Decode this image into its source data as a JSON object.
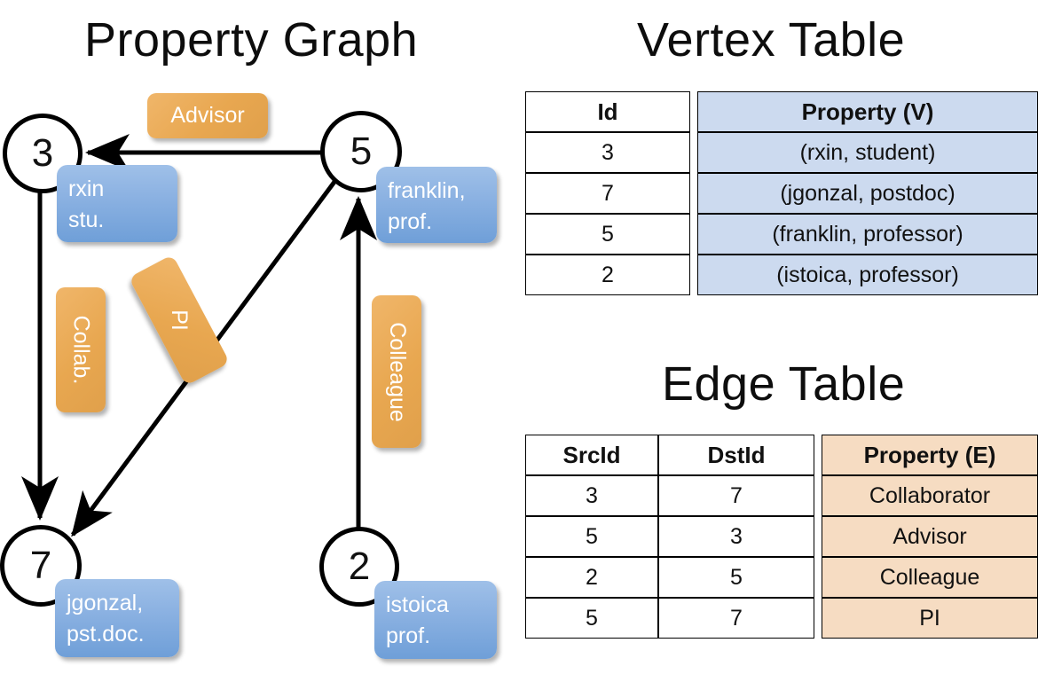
{
  "titles": {
    "graph": "Property Graph",
    "vertex_table": "Vertex Table",
    "edge_table": "Edge Table"
  },
  "graph": {
    "nodes": [
      {
        "id": "3",
        "property_lines": [
          "rxin",
          "stu."
        ]
      },
      {
        "id": "5",
        "property_lines": [
          "franklin,",
          "prof."
        ]
      },
      {
        "id": "7",
        "property_lines": [
          "jgonzal,",
          "pst.doc."
        ]
      },
      {
        "id": "2",
        "property_lines": [
          "istoica",
          "prof."
        ]
      }
    ],
    "edge_labels": [
      {
        "label": "Advisor",
        "from": "5",
        "to": "3"
      },
      {
        "label": "Collab.",
        "from": "3",
        "to": "7"
      },
      {
        "label": "PI",
        "from": "5",
        "to": "7"
      },
      {
        "label": "Colleague",
        "from": "2",
        "to": "5"
      }
    ]
  },
  "vertex_table": {
    "headers": [
      "Id",
      "Property (V)"
    ],
    "rows": [
      {
        "id": "3",
        "property": "(rxin, student)"
      },
      {
        "id": "7",
        "property": "(jgonzal, postdoc)"
      },
      {
        "id": "5",
        "property": "(franklin, professor)"
      },
      {
        "id": "2",
        "property": "(istoica, professor)"
      }
    ]
  },
  "edge_table": {
    "headers": [
      "SrcId",
      "DstId",
      "Property (E)"
    ],
    "rows": [
      {
        "src": "3",
        "dst": "7",
        "property": "Collaborator"
      },
      {
        "src": "5",
        "dst": "3",
        "property": "Advisor"
      },
      {
        "src": "2",
        "dst": "5",
        "property": "Colleague"
      },
      {
        "src": "5",
        "dst": "7",
        "property": "PI"
      }
    ]
  },
  "colors": {
    "vertex_property_fill": "#ccdaef",
    "edge_property_fill": "#f6dcc2",
    "node_property_box": "#8cb2e2",
    "edge_label_badge": "#e8a750",
    "stroke": "#000000"
  }
}
